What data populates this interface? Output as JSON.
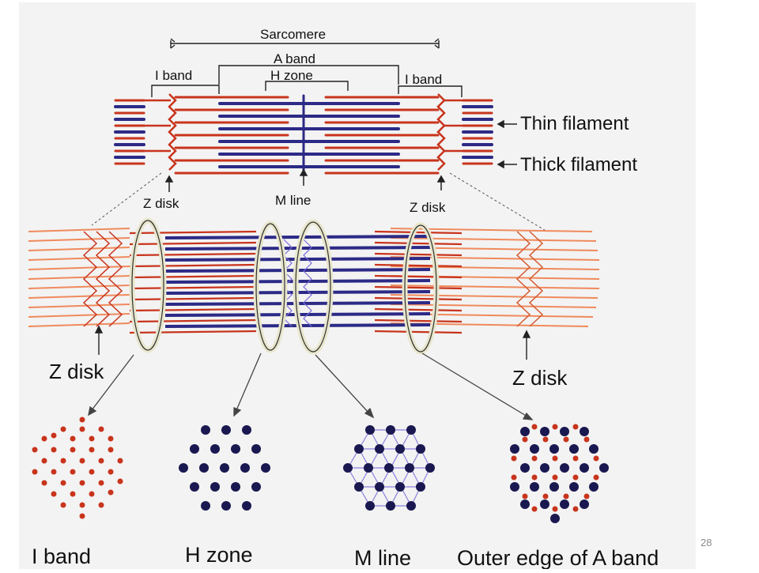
{
  "diagram": {
    "top": {
      "sarcomere": "Sarcomere",
      "a_band": "A band",
      "h_zone": "H zone",
      "i_band_left": "I band",
      "i_band_right": "I band",
      "thin_filament": "Thin filament",
      "thick_filament": "Thick filament",
      "z_disk_left": "Z disk",
      "m_line": "M line",
      "z_disk_right": "Z disk"
    },
    "middle": {
      "z_disk_left": "Z disk",
      "z_disk_right": "Z disk"
    },
    "cross_sections": [
      {
        "label": "I band",
        "pattern": "thin-only"
      },
      {
        "label": "H zone",
        "pattern": "thick-only"
      },
      {
        "label": "M line",
        "pattern": "thick-linked"
      },
      {
        "label": "Outer edge of A band",
        "pattern": "thick-and-thin"
      }
    ]
  },
  "colors": {
    "thin": "#c8341c",
    "thin_light": "#f08a5c",
    "thick": "#2c2a86",
    "background": "#f3f3f3"
  },
  "slide": {
    "number": "28"
  }
}
